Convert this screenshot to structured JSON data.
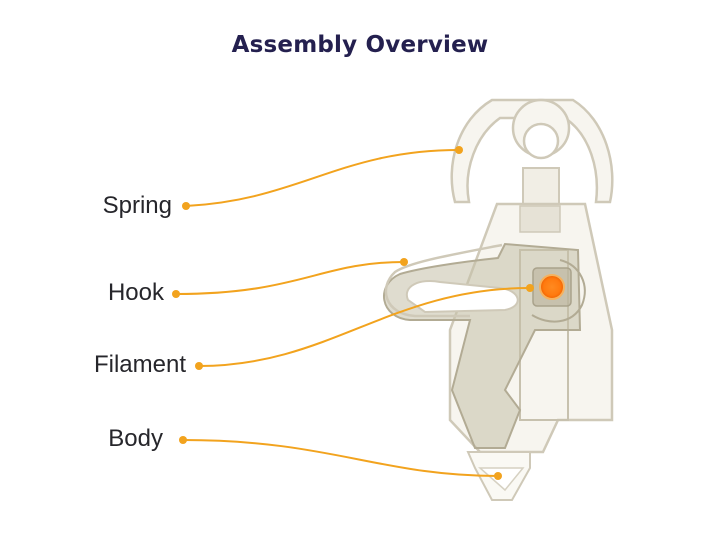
{
  "title": "Assembly Overview",
  "labels": {
    "spring": "Spring",
    "hook": "Hook",
    "filament": "Filament",
    "body": "Body"
  },
  "colors": {
    "title": "#24204f",
    "leader": "#f2a31e",
    "filament": "#ff7a0f",
    "part_fill": "#f7f5ef",
    "part_stroke": "#cfc9b8",
    "hook_fill": "#c5bfa8"
  }
}
